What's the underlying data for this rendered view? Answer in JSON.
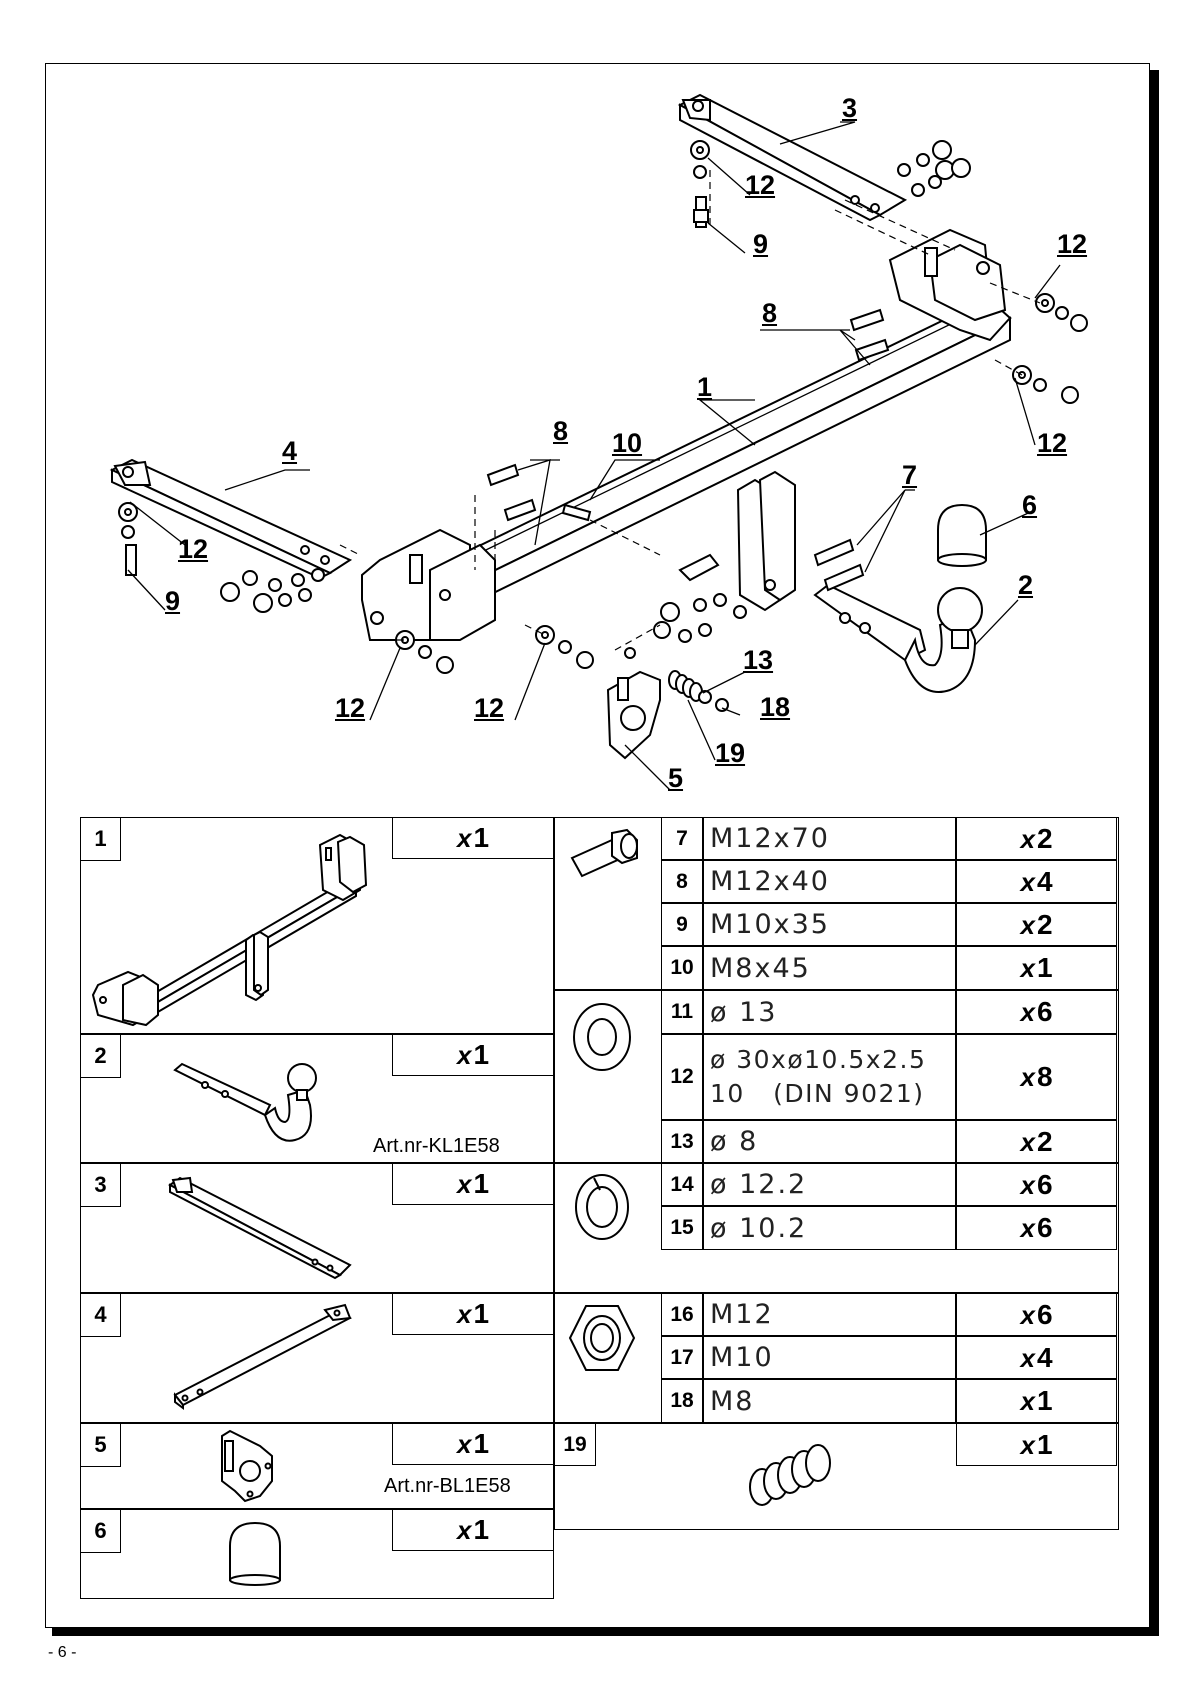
{
  "page": {
    "page_number": "- 6 -"
  },
  "callouts": [
    {
      "id": "c1",
      "label": "1"
    },
    {
      "id": "c2",
      "label": "2"
    },
    {
      "id": "c3",
      "label": "3"
    },
    {
      "id": "c4",
      "label": "4"
    },
    {
      "id": "c5",
      "label": "5"
    },
    {
      "id": "c6",
      "label": "6"
    },
    {
      "id": "c7",
      "label": "7"
    },
    {
      "id": "c8a",
      "label": "8"
    },
    {
      "id": "c8b",
      "label": "8"
    },
    {
      "id": "c9a",
      "label": "9"
    },
    {
      "id": "c9b",
      "label": "9"
    },
    {
      "id": "c10",
      "label": "10"
    },
    {
      "id": "c12a",
      "label": "12"
    },
    {
      "id": "c12b",
      "label": "12"
    },
    {
      "id": "c12c",
      "label": "12"
    },
    {
      "id": "c12d",
      "label": "12"
    },
    {
      "id": "c12e",
      "label": "12"
    },
    {
      "id": "c12f",
      "label": "12"
    },
    {
      "id": "c13",
      "label": "13"
    },
    {
      "id": "c18",
      "label": "18"
    },
    {
      "id": "c19",
      "label": "19"
    }
  ],
  "parts": [
    {
      "num": "1",
      "qty_x": "x",
      "qty": "1",
      "art": ""
    },
    {
      "num": "2",
      "qty_x": "x",
      "qty": "1",
      "art": "Art.nr-KL1E58"
    },
    {
      "num": "3",
      "qty_x": "x",
      "qty": "1",
      "art": ""
    },
    {
      "num": "4",
      "qty_x": "x",
      "qty": "1",
      "art": ""
    },
    {
      "num": "5",
      "qty_x": "x",
      "qty": "1",
      "art": "Art.nr-BL1E58"
    },
    {
      "num": "6",
      "qty_x": "x",
      "qty": "1",
      "art": ""
    }
  ],
  "hardware": {
    "bolts": [
      {
        "num": "7",
        "spec": "M12x70",
        "qty_x": "x",
        "qty": "2"
      },
      {
        "num": "8",
        "spec": "M12x40",
        "qty_x": "x",
        "qty": "4"
      },
      {
        "num": "9",
        "spec": "M10x35",
        "qty_x": "x",
        "qty": "2"
      },
      {
        "num": "10",
        "spec": "M8x45",
        "qty_x": "x",
        "qty": "1"
      }
    ],
    "washers": [
      {
        "num": "11",
        "spec": "ø 13",
        "spec2": "",
        "qty_x": "x",
        "qty": "6"
      },
      {
        "num": "12",
        "spec": "ø 30xø10.5x2.5",
        "spec2": "10   (DIN 9021)",
        "qty_x": "x",
        "qty": "8"
      },
      {
        "num": "13",
        "spec": "ø 8",
        "spec2": "",
        "qty_x": "x",
        "qty": "2"
      }
    ],
    "spring_washers": [
      {
        "num": "14",
        "spec": "ø 12.2",
        "qty_x": "x",
        "qty": "6"
      },
      {
        "num": "15",
        "spec": "ø 10.2",
        "qty_x": "x",
        "qty": "6"
      }
    ],
    "nuts": [
      {
        "num": "16",
        "spec": "M12",
        "qty_x": "x",
        "qty": "6"
      },
      {
        "num": "17",
        "spec": "M10",
        "qty_x": "x",
        "qty": "4"
      },
      {
        "num": "18",
        "spec": "M8",
        "qty_x": "x",
        "qty": "1"
      }
    ],
    "spring": {
      "num": "19",
      "qty_x": "x",
      "qty": "1"
    }
  }
}
